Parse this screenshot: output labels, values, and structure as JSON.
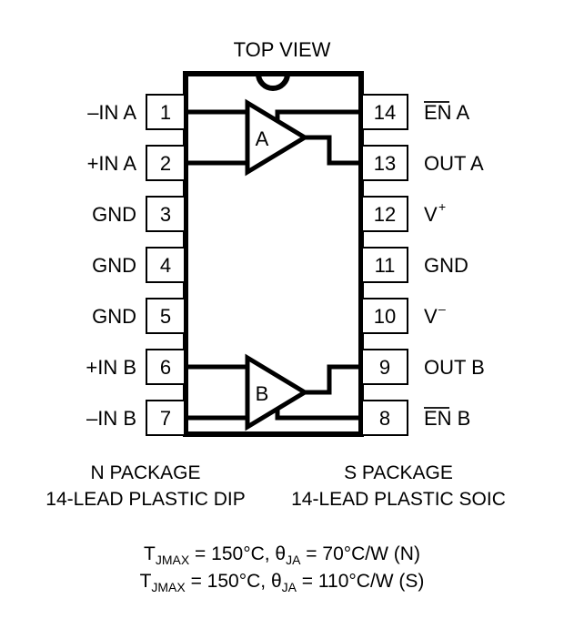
{
  "figure": {
    "view_title": "TOP VIEW",
    "amplifiers": [
      {
        "letter": "A"
      },
      {
        "letter": "B"
      }
    ],
    "pins_left": [
      {
        "number": "1",
        "label": "–IN A"
      },
      {
        "number": "2",
        "label": "+IN A"
      },
      {
        "number": "3",
        "label": "GND"
      },
      {
        "number": "4",
        "label": "GND"
      },
      {
        "number": "5",
        "label": "GND"
      },
      {
        "number": "6",
        "label": "+IN B"
      },
      {
        "number": "7",
        "label": "–IN B"
      }
    ],
    "pins_right": [
      {
        "number": "14",
        "label": "EN A",
        "overbar": "EN"
      },
      {
        "number": "13",
        "label": "OUT A",
        "overbar": ""
      },
      {
        "number": "12",
        "label": "V",
        "sup": "+",
        "overbar": ""
      },
      {
        "number": "11",
        "label": "GND",
        "overbar": ""
      },
      {
        "number": "10",
        "label": "V",
        "sup": "–",
        "overbar": ""
      },
      {
        "number": "9",
        "label": "OUT B",
        "overbar": ""
      },
      {
        "number": "8",
        "label": "EN B",
        "overbar": "EN"
      }
    ]
  },
  "packages": [
    {
      "name": "N PACKAGE",
      "description": "14-LEAD PLASTIC DIP"
    },
    {
      "name": "S PACKAGE",
      "description": "14-LEAD PLASTIC SOIC"
    }
  ],
  "thermal": {
    "line1": {
      "symbol": "T",
      "symbol_sub": "JMAX",
      "value": " = 150°C, ",
      "theta": "θ",
      "theta_sub": "JA",
      "theta_value": " = 70°C/W (N)"
    },
    "line2": {
      "symbol": "T",
      "symbol_sub": "JMAX",
      "value": " = 150°C, ",
      "theta": "θ",
      "theta_sub": "JA",
      "theta_value": " = 110°C/W (S)"
    }
  },
  "colors": {
    "ink": "#000000",
    "paper": "#ffffff"
  }
}
